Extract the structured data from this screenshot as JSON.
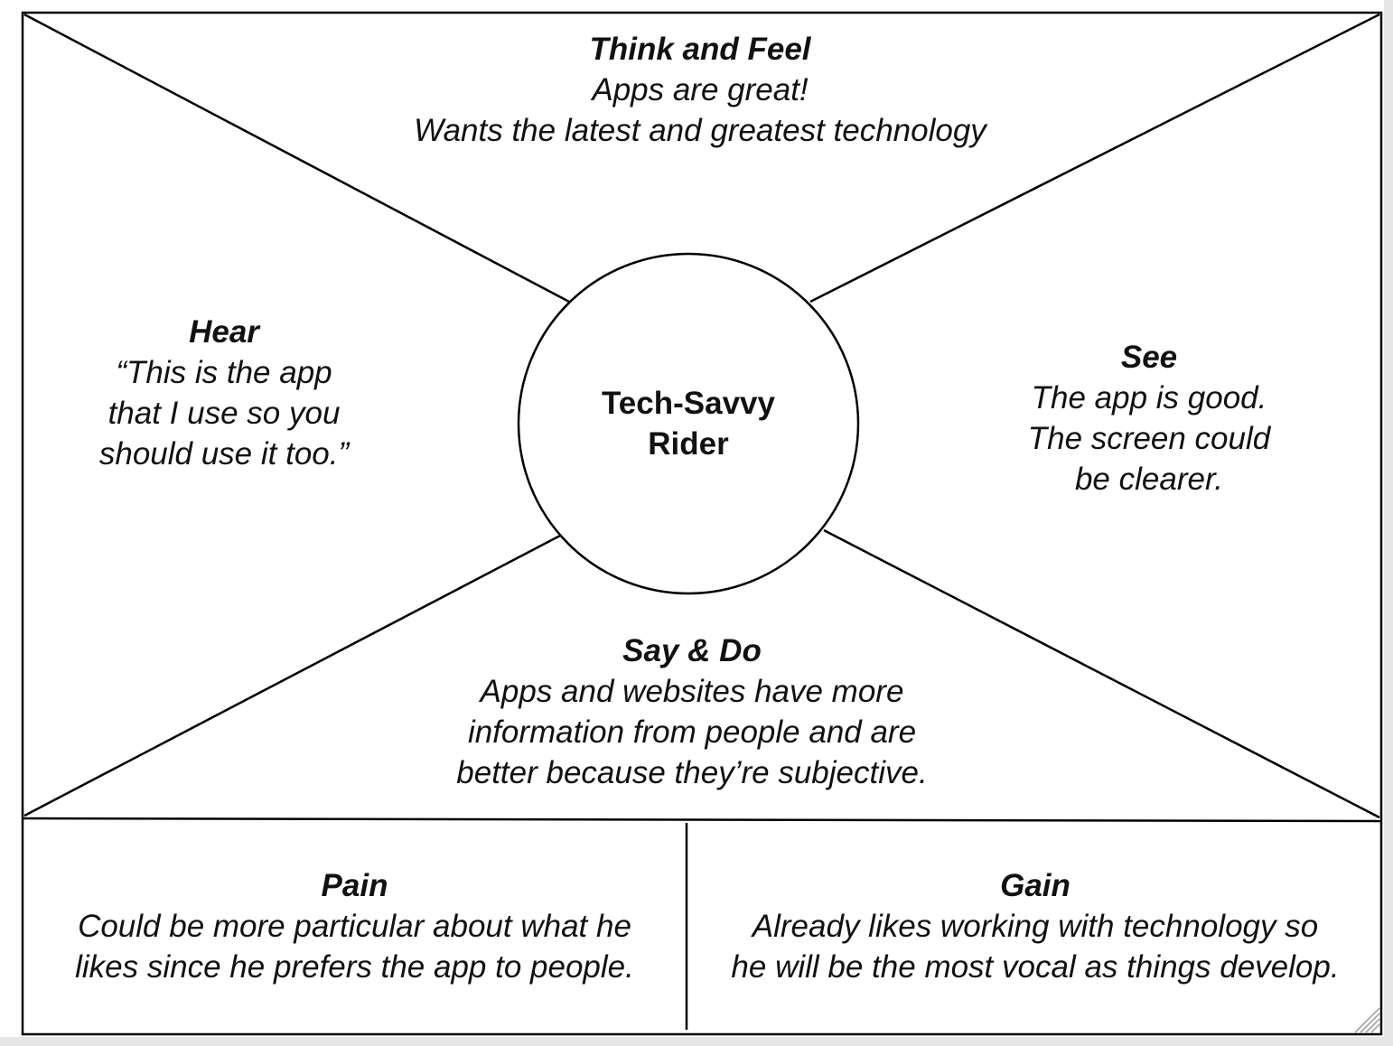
{
  "center": {
    "line1": "Tech-Savvy",
    "line2": "Rider"
  },
  "think_feel": {
    "title": "Think and Feel",
    "lines": [
      "Apps are great!",
      "Wants the latest and greatest technology"
    ]
  },
  "hear": {
    "title": "Hear",
    "lines": [
      "“This is the app",
      "that I use so you",
      "should use it too.”"
    ]
  },
  "see": {
    "title": "See",
    "lines": [
      "The app is good.",
      "The screen could",
      "be clearer."
    ]
  },
  "say_do": {
    "title": "Say & Do",
    "lines": [
      "Apps and websites have more",
      "information from people and are",
      "better because they’re subjective."
    ]
  },
  "pain": {
    "title": "Pain",
    "lines": [
      "Could be more particular about what he",
      "likes since he prefers the app to people."
    ]
  },
  "gain": {
    "title": "Gain",
    "lines": [
      "Already likes working with technology so",
      "he will be the most vocal as things develop."
    ]
  }
}
